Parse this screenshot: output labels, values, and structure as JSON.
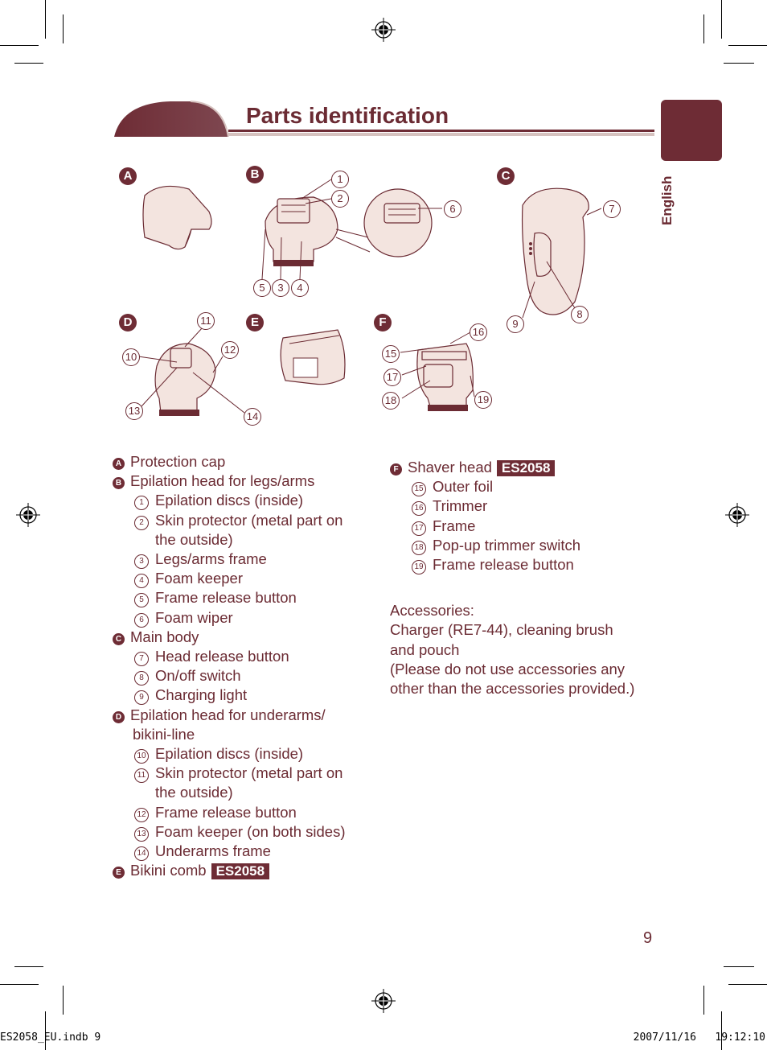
{
  "title": "Parts identification",
  "language_tab": "English",
  "page_number": "9",
  "slug_left": "ES2058_EU.indb   9",
  "slug_right": "2007/11/16   19:12:10",
  "colors": {
    "accent": "#6e2c35",
    "text": "#6b2b33",
    "illustration_fill": "#f3e4df"
  },
  "figure_labels": {
    "A": "A",
    "B": "B",
    "C": "C",
    "D": "D",
    "E": "E",
    "F": "F",
    "n1": "1",
    "n2": "2",
    "n3": "3",
    "n4": "4",
    "n5": "5",
    "n6": "6",
    "n7": "7",
    "n8": "8",
    "n9": "9",
    "n10": "10",
    "n11": "11",
    "n12": "12",
    "n13": "13",
    "n14": "14",
    "n15": "15",
    "n16": "16",
    "n17": "17",
    "n18": "18",
    "n19": "19"
  },
  "left_list": {
    "a": {
      "letter": "A",
      "text": "Protection cap"
    },
    "b": {
      "letter": "B",
      "text": "Epilation head for legs/arms"
    },
    "b1": {
      "num": "1",
      "text": "Epilation discs (inside)"
    },
    "b2": {
      "num": "2",
      "text": "Skin protector (metal part on",
      "cont": "the outside)"
    },
    "b3": {
      "num": "3",
      "text": "Legs/arms frame"
    },
    "b4": {
      "num": "4",
      "text": "Foam keeper"
    },
    "b5": {
      "num": "5",
      "text": "Frame release button"
    },
    "b6": {
      "num": "6",
      "text": "Foam wiper"
    },
    "c": {
      "letter": "C",
      "text": "Main body"
    },
    "c7": {
      "num": "7",
      "text": "Head release button"
    },
    "c8": {
      "num": "8",
      "text": "On/off switch"
    },
    "c9": {
      "num": "9",
      "text": "Charging light"
    },
    "d": {
      "letter": "D",
      "text": "Epilation head for underarms/",
      "cont": "bikini-line"
    },
    "d10": {
      "num": "10",
      "text": "Epilation discs (inside)"
    },
    "d11": {
      "num": "11",
      "text": "Skin protector (metal part on",
      "cont": "the outside)"
    },
    "d12": {
      "num": "12",
      "text": "Frame release button"
    },
    "d13": {
      "num": "13",
      "text": "Foam keeper (on both sides)"
    },
    "d14": {
      "num": "14",
      "text": "Underarms frame"
    },
    "e": {
      "letter": "E",
      "text": "Bikini comb",
      "model": "ES2058"
    }
  },
  "right_list": {
    "f": {
      "letter": "F",
      "text": "Shaver head",
      "model": "ES2058"
    },
    "f15": {
      "num": "15",
      "text": "Outer foil"
    },
    "f16": {
      "num": "16",
      "text": "Trimmer"
    },
    "f17": {
      "num": "17",
      "text": "Frame"
    },
    "f18": {
      "num": "18",
      "text": "Pop-up trimmer switch"
    },
    "f19": {
      "num": "19",
      "text": "Frame release button"
    },
    "acc_title": "Accessories:",
    "acc_line1": "Charger (RE7-44), cleaning brush",
    "acc_line2": "and pouch",
    "acc_line3": "(Please do not use accessories any",
    "acc_line4": "other than the accessories provided.)"
  }
}
